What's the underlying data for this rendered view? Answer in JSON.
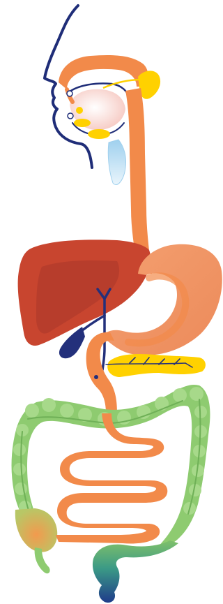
{
  "diagram": {
    "type": "digestive-system-illustration",
    "labels": [],
    "organs": [
      "face-profile",
      "oral-cavity",
      "salivary-glands",
      "trachea",
      "esophagus",
      "liver",
      "gallbladder",
      "bile-duct",
      "stomach",
      "pancreas",
      "duodenum",
      "small-intestine",
      "large-intestine",
      "appendix",
      "rectum"
    ],
    "colors": {
      "outline": "#1f2d78",
      "esophagus": "#f28a4a",
      "stomach": "#f0935f",
      "liver": "#c8452f",
      "liver_shadow": "#a9372a",
      "gall": "#23307b",
      "pancreas": "#ffd100",
      "salivary": "#ffd100",
      "trachea": "#c7e4f5",
      "small_intestine": "#f28a4a",
      "colon": "#8ecb70",
      "colon_dark": "#6fb057",
      "cecum": "#f2a25a",
      "rectum_top": "#6bb26a",
      "rectum_mid": "#2d8a8a",
      "rectum_bottom": "#1f3c8a"
    }
  }
}
